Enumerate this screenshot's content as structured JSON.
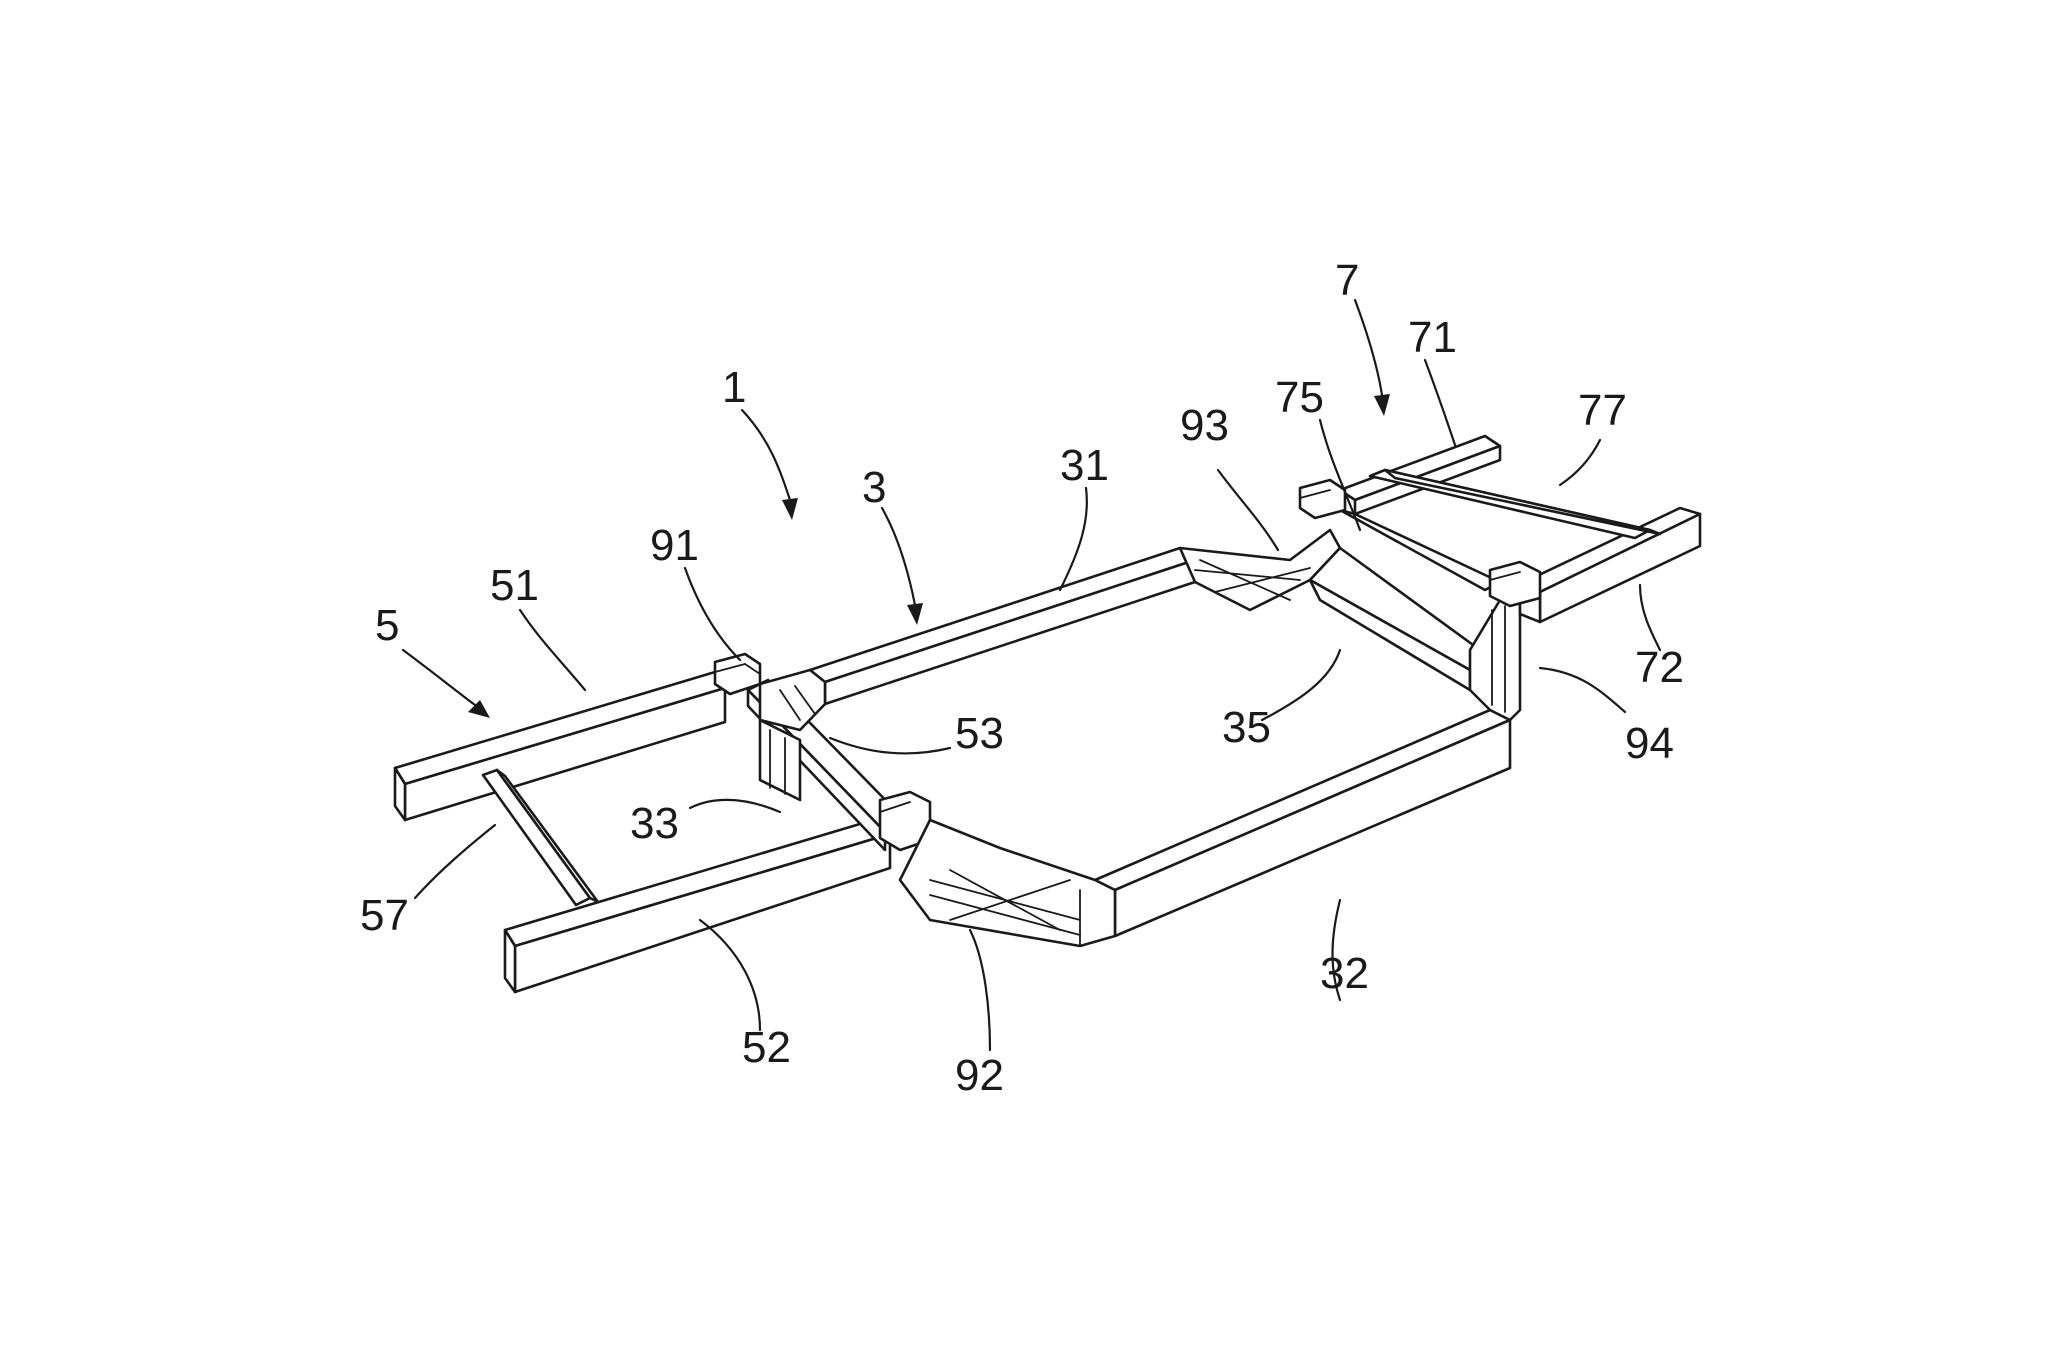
{
  "figure": {
    "labels": {
      "l1": "1",
      "l3": "3",
      "l5": "5",
      "l7": "7",
      "l31": "31",
      "l32": "32",
      "l33": "33",
      "l35": "35",
      "l51": "51",
      "l52": "52",
      "l53": "53",
      "l57": "57",
      "l71": "71",
      "l72": "72",
      "l75": "75",
      "l77": "77",
      "l91": "91",
      "l92": "92",
      "l93": "93",
      "l94": "94"
    },
    "line_color": "#1a1a1a",
    "background": "#ffffff"
  }
}
